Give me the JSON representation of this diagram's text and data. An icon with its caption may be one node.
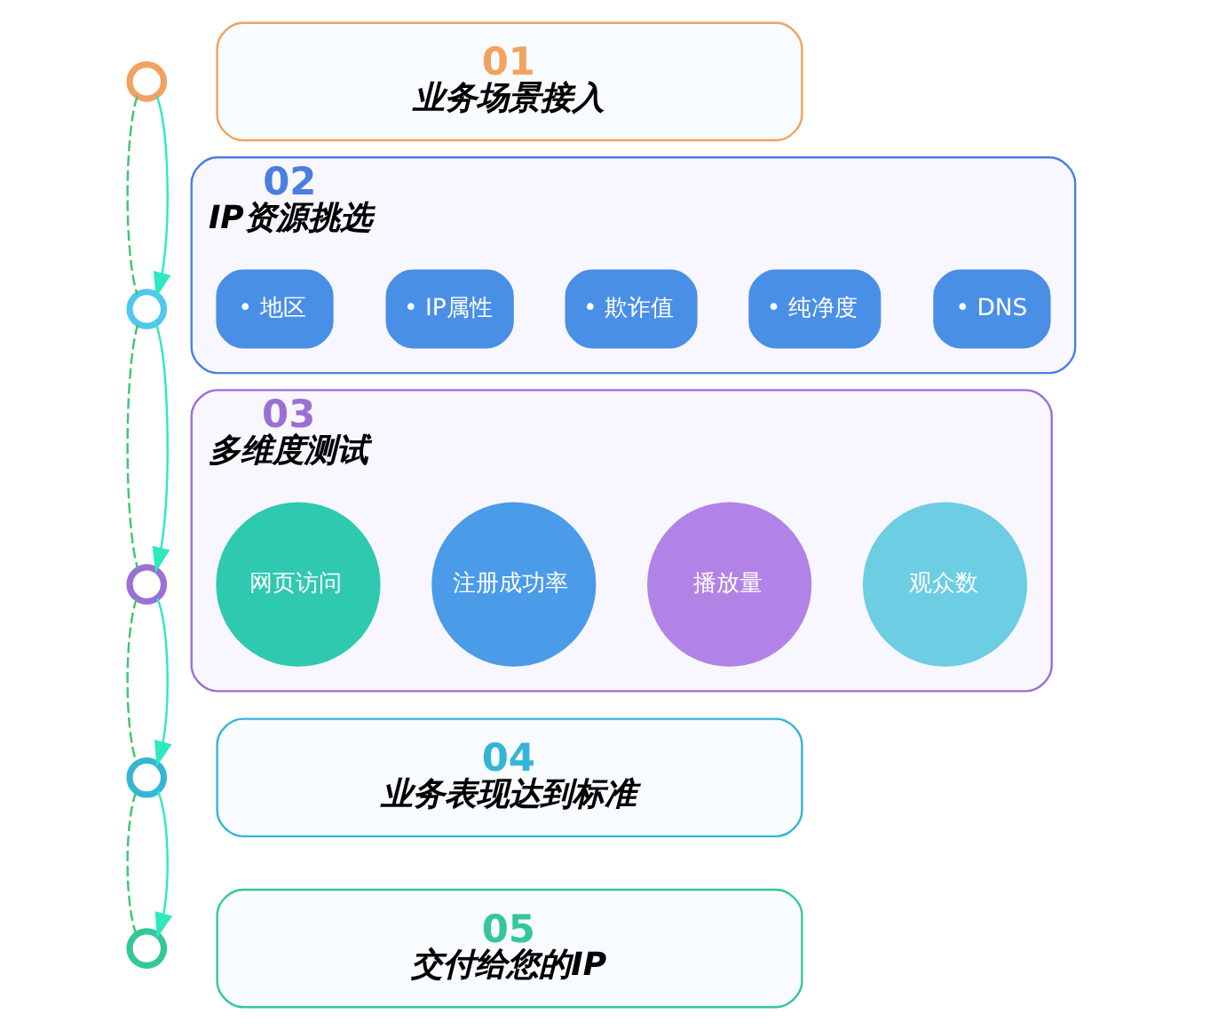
{
  "diagram": {
    "nodes": [
      {
        "text": [
          "01",
          "业务场景接入"
        ]
      },
      {
        "text": [],
        "shape": "circle"
      },
      {
        "text": [
          "02",
          "IP资源挑选"
        ]
      },
      {
        "text": [
          "• 地区"
        ],
        "in": 2
      },
      {
        "text": [
          "• IP属性"
        ],
        "in": 2
      },
      {
        "text": [
          "• 欺诈值"
        ],
        "in": 2
      },
      {
        "text": [
          "• 纯净度"
        ],
        "in": 2
      },
      {
        "text": [
          "• DNS"
        ],
        "in": 2
      },
      {
        "text": [],
        "shape": "circle"
      },
      {
        "text": [
          "03",
          "多维度测试"
        ]
      },
      {
        "text": [
          "网页访问"
        ],
        "in": 9
      },
      {
        "text": [
          "注册成功率"
        ],
        "in": 9
      },
      {
        "text": [
          "播放量"
        ],
        "in": 9
      },
      {
        "text": [
          "观众数"
        ],
        "in": 9
      },
      {
        "text": [],
        "shape": "circle"
      },
      {
        "text": [
          "04",
          "业务表现达到标准"
        ]
      },
      {
        "text": [],
        "shape": "circle"
      },
      {
        "text": [
          "05",
          "交付给您的IP"
        ]
      },
      {
        "text": [],
        "shape": "circle"
      }
    ],
    "edges": [
      {
        "from": 1,
        "to": 8,
        "arrow": "none",
        "style": "dashed",
        "color": "#3cc66f"
      },
      {
        "from": 8,
        "to": 14,
        "arrow": "none",
        "style": "dashed",
        "color": "#3cc66f"
      },
      {
        "from": 14,
        "to": 16,
        "arrow": "none",
        "style": "dashed",
        "color": "#3cc66f"
      },
      {
        "from": 16,
        "to": 18,
        "arrow": "none",
        "style": "dashed",
        "color": "#3cc66f"
      },
      {
        "from": 1,
        "to": 8,
        "arrow": "to",
        "color": "#2ee8c0"
      },
      {
        "from": 8,
        "to": 14,
        "arrow": "to",
        "color": "#2ee8c0"
      },
      {
        "from": 14,
        "to": 16,
        "arrow": "to",
        "color": "#2ee8c0"
      },
      {
        "from": 16,
        "to": 18,
        "arrow": "to",
        "color": "#2ee8c0"
      }
    ]
  }
}
